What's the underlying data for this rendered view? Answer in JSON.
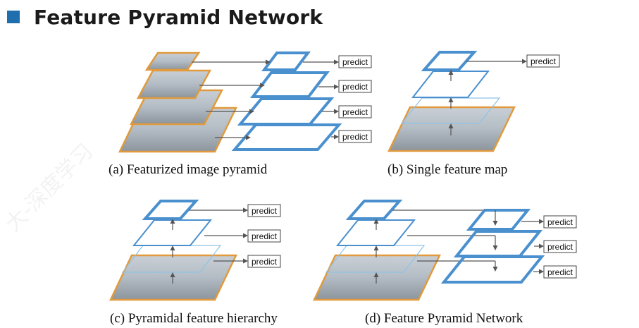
{
  "title": "Feature Pyramid Network",
  "predict_label": "predict",
  "panels": [
    {
      "caption": "(a) Featurized image pyramid"
    },
    {
      "caption": "(b) Single feature map"
    },
    {
      "caption": "(c) Pyramidal feature hierarchy"
    },
    {
      "caption": "(d) Feature Pyramid Network"
    }
  ],
  "watermark": "大-深度学习",
  "colors": {
    "feature_map": "#4a90cf",
    "image_frame": "#e19a3c",
    "bullet": "#1f6fae"
  }
}
